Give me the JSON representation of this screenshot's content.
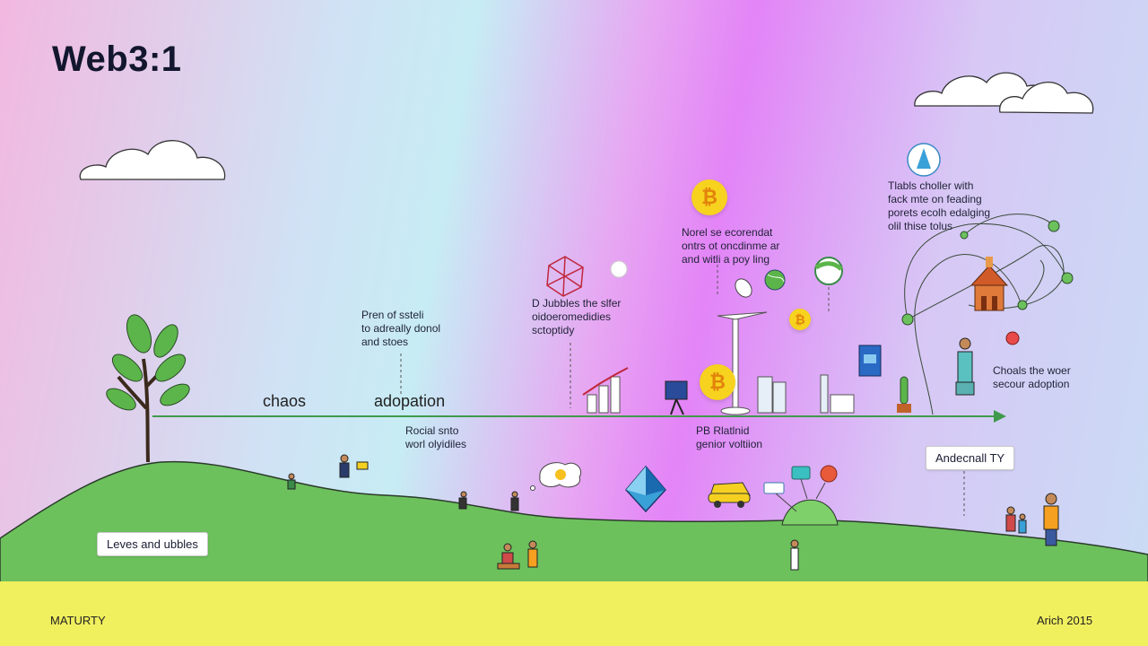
{
  "title": "Web3:1",
  "annotations": {
    "left": "Pren of ssteli\nto adreally donol\nand stoes",
    "left_below": "Rocial snto\nworl olyidiles",
    "middle": "D Jubbles the slfer\noidoeromedidies\nsctoptidy",
    "coin_note": "Norel se ecorendat\nontrs ot oncdinme ar\nand witli a poy ling",
    "middle_below": "PB Rlatlnid\ngenior voltiion",
    "top_right": "Tlabls choller with\nfack mte on feading\nporets ecolh edalging\nolil thise tolus",
    "right": "Choals the woer\nsecour adoption"
  },
  "stages": {
    "chaos": "chaos",
    "adoption": "adopation"
  },
  "labels": {
    "leaves": "Leves and ubbles",
    "right_box": "Andecnall TY"
  },
  "footer": {
    "left": "MATURTY",
    "right": "Arich 2015"
  },
  "coin_symbol": "₿",
  "colors": {
    "arrow": "#3f9a4c",
    "hill": "#6cc15c",
    "ground": "#f0ef5e",
    "coin": "#f7d21e"
  },
  "icons": [
    "tree-icon",
    "cloud-icon",
    "bitcoin-coin-icon",
    "ethereum-icon",
    "globe-icon",
    "wind-turbine-icon",
    "city-buildings-icon",
    "car-icon",
    "person-icon",
    "network-graph-icon",
    "temple-icon",
    "cactus-icon",
    "chart-icon"
  ]
}
